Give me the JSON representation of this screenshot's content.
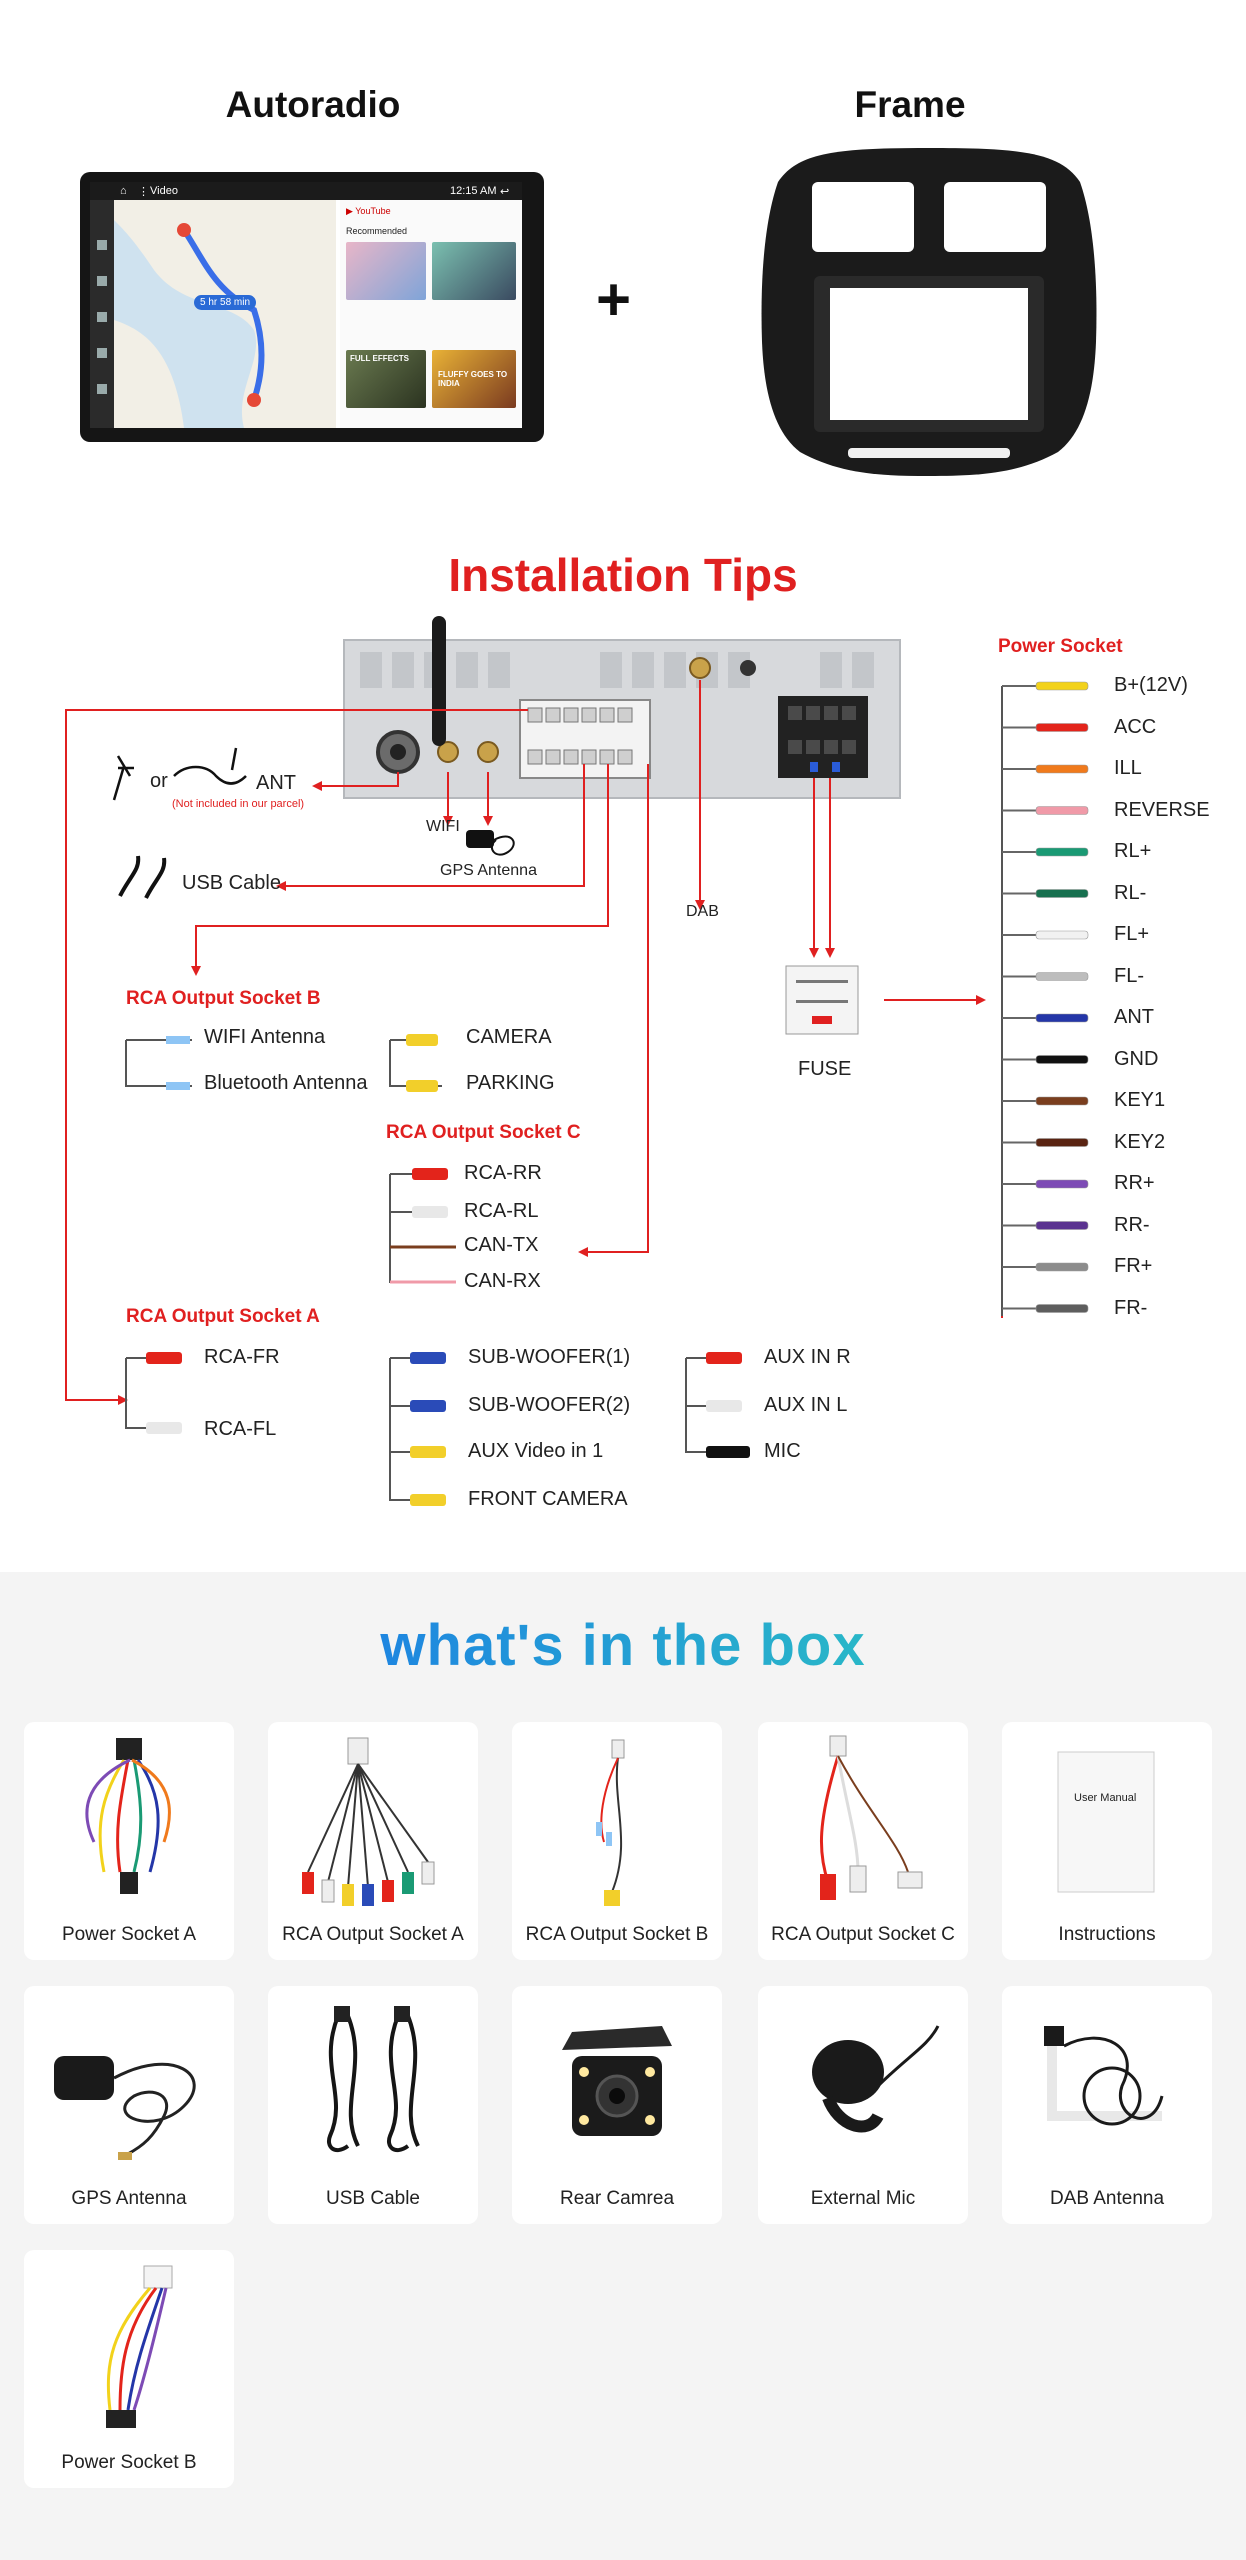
{
  "top": {
    "autoradio_title": "Autoradio",
    "frame_title": "Frame",
    "plus": "+",
    "screen": {
      "app_label": "Video",
      "time": "12:15 AM",
      "eta": "5 hr 58 min",
      "recommended": "Recommended",
      "video_tile_1": "FULL EFFECTS",
      "video_tile_2": "FLUFFY GOES TO INDIA"
    }
  },
  "tips": {
    "title": "Installation Tips",
    "antenna_or": "or",
    "ant": "ANT",
    "not_included": "(Not included in our parcel)",
    "wifi": "WIFI",
    "gps_antenna": "GPS Antenna",
    "usb_cable": "USB Cable",
    "dab": "DAB",
    "fuse": "FUSE",
    "power_socket": {
      "title": "Power Socket",
      "wires": [
        {
          "label": "B+(12V)",
          "color": "#f2d21b"
        },
        {
          "label": "ACC",
          "color": "#e3241b"
        },
        {
          "label": "ILL",
          "color": "#f07a1c"
        },
        {
          "label": "REVERSE",
          "color": "#f09aa8"
        },
        {
          "label": "RL+",
          "color": "#1a9a74"
        },
        {
          "label": "RL-",
          "color": "#17704f"
        },
        {
          "label": "FL+",
          "color": "#f1f1f1"
        },
        {
          "label": "FL-",
          "color": "#bdbdbd"
        },
        {
          "label": "ANT",
          "color": "#2436a8"
        },
        {
          "label": "GND",
          "color": "#111111"
        },
        {
          "label": "KEY1",
          "color": "#7a3e1e"
        },
        {
          "label": "KEY2",
          "color": "#5a2412"
        },
        {
          "label": "RR+",
          "color": "#7d4bb5"
        },
        {
          "label": "RR-",
          "color": "#5b3390"
        },
        {
          "label": "FR+",
          "color": "#8c8c8c"
        },
        {
          "label": "FR-",
          "color": "#5e5e5e"
        }
      ]
    },
    "rca_b": {
      "title": "RCA Output Socket B",
      "left": [
        "WIFI Antenna",
        "Bluetooth Antenna"
      ],
      "right": [
        "CAMERA",
        "PARKING"
      ]
    },
    "rca_c": {
      "title": "RCA Output Socket C",
      "items": [
        "RCA-RR",
        "RCA-RL",
        "CAN-TX",
        "CAN-RX"
      ]
    },
    "rca_a": {
      "title": "RCA Output Socket A",
      "left": [
        "RCA-FR",
        "RCA-FL"
      ],
      "middle": [
        "SUB-WOOFER(1)",
        "SUB-WOOFER(2)",
        "AUX Video in 1",
        "FRONT CAMERA"
      ],
      "right": [
        "AUX IN R",
        "AUX IN L",
        "MIC"
      ]
    },
    "colors": {
      "accent_red": "#e02020"
    }
  },
  "box": {
    "title": "what's in the box",
    "manual_title": "User Manual",
    "items": [
      "Power Socket A",
      "RCA Output Socket A",
      "RCA Output Socket B",
      "RCA Output Socket C",
      "Instructions",
      "GPS Antenna",
      "USB Cable",
      "Rear Camrea",
      "External Mic",
      "DAB Antenna",
      "Power Socket B"
    ]
  }
}
